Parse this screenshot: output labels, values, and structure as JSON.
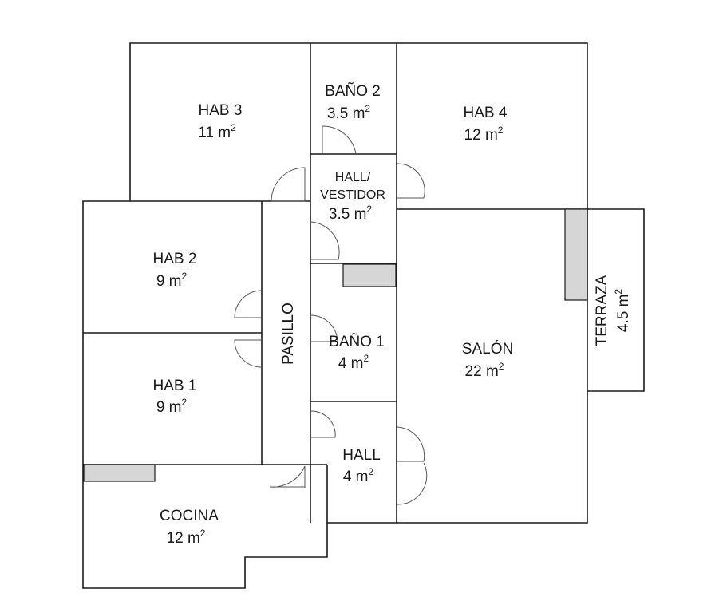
{
  "rooms": {
    "hab3": {
      "name": "HAB 3",
      "area": "11 m",
      "unit_exp": "2"
    },
    "bano2": {
      "name": "BAÑO 2",
      "area": "3.5 m",
      "unit_exp": "2"
    },
    "hab4": {
      "name": "HAB 4",
      "area": "12 m",
      "unit_exp": "2"
    },
    "hall_vestidor": {
      "name_line1": "HALL/",
      "name_line2": "VESTIDOR",
      "area": "3.5 m",
      "unit_exp": "2"
    },
    "hab2": {
      "name": "HAB 2",
      "area": "9 m",
      "unit_exp": "2"
    },
    "pasillo": {
      "name": "PASILLO"
    },
    "bano1": {
      "name": "BAÑO 1",
      "area": "4 m",
      "unit_exp": "2"
    },
    "salon": {
      "name": "SALÓN",
      "area": "22 m",
      "unit_exp": "2"
    },
    "terraza": {
      "name": "TERRAZA",
      "area": "4.5 m",
      "unit_exp": "2"
    },
    "hab1": {
      "name": "HAB 1",
      "area": "9 m",
      "unit_exp": "2"
    },
    "hall": {
      "name": "HALL",
      "area": "4 m",
      "unit_exp": "2"
    },
    "cocina": {
      "name": "COCINA",
      "area": "12 m",
      "unit_exp": "2"
    }
  },
  "colors": {
    "wall": "#1a1a1a",
    "fixed_block": "#d6d6d6",
    "door": "#555555",
    "background": "#ffffff"
  }
}
